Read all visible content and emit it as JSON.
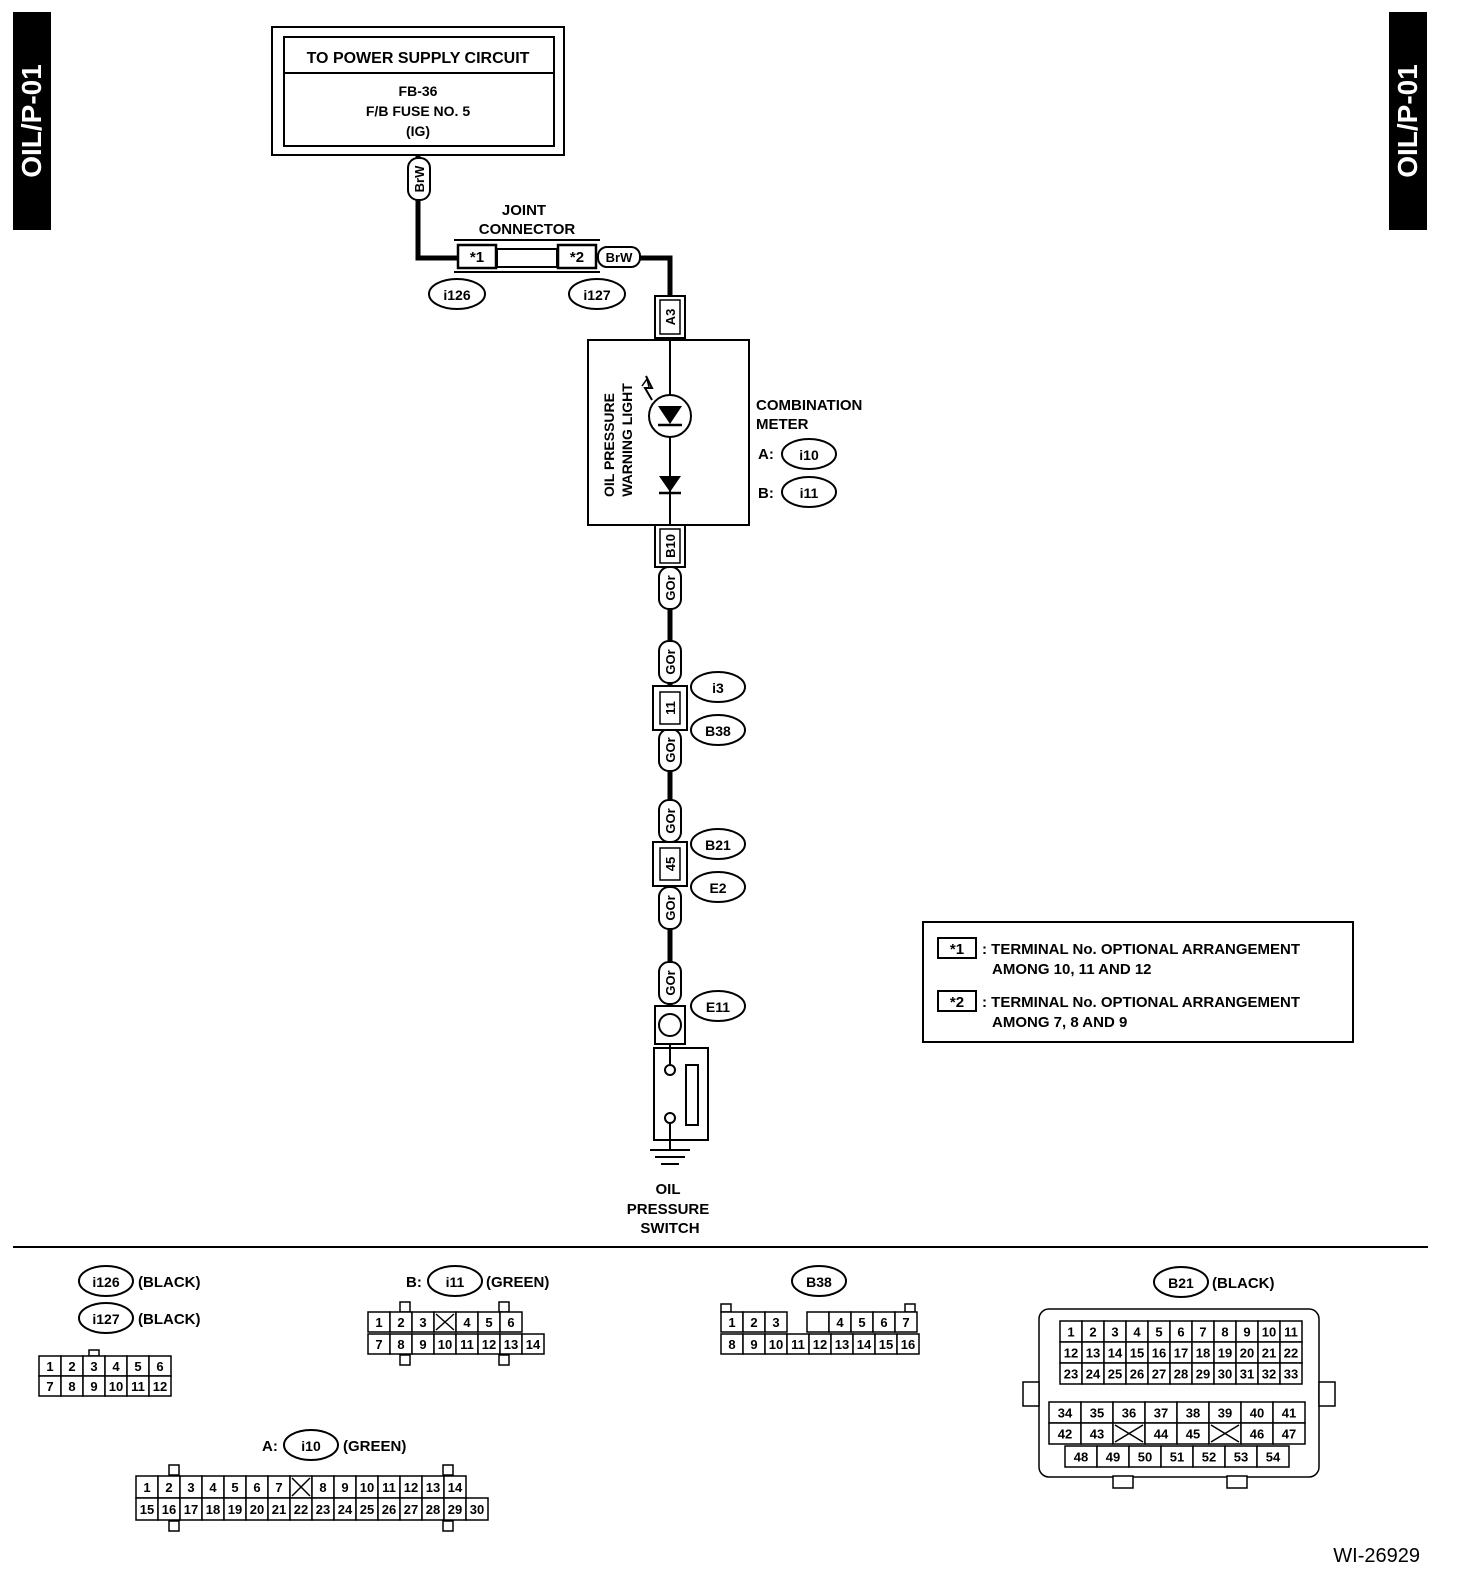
{
  "page_tab": "OIL/P-01",
  "figure_id": "WI-26929",
  "power_supply": {
    "title": "TO POWER SUPPLY CIRCUIT",
    "line1": "FB-36",
    "line2": "F/B FUSE NO. 5",
    "line3": "(IG)"
  },
  "wire_colors": {
    "brw": "BrW",
    "gor": "GOr"
  },
  "joint_connector": {
    "line1": "JOINT",
    "line2": "CONNECTOR",
    "term1": "*1",
    "term2": "*2",
    "conn1": "i126",
    "conn2": "i127"
  },
  "combination_meter": {
    "line1": "COMBINATION",
    "line2": "METER",
    "a_prefix": "A:",
    "a_conn": "i10",
    "b_prefix": "B:",
    "b_conn": "i11",
    "pin_top": "A3",
    "pin_bottom": "B10",
    "lamp_line1": "OIL PRESSURE",
    "lamp_line2": "WARNING LIGHT"
  },
  "connectors_inline": {
    "j1_pin": "11",
    "j1_conn_a": "i3",
    "j1_conn_b": "B38",
    "j2_pin": "45",
    "j2_conn_a": "B21",
    "j2_conn_b": "E2",
    "switch_conn": "E11"
  },
  "oil_switch": {
    "line1": "OIL",
    "line2": "PRESSURE",
    "line3": "SWITCH"
  },
  "notes": [
    {
      "mark": "*1",
      "line1": ": TERMINAL No. OPTIONAL ARRANGEMENT",
      "line2": "AMONG 10, 11 AND 12"
    },
    {
      "mark": "*2",
      "line1": ": TERMINAL No. OPTIONAL ARRANGEMENT",
      "line2": "AMONG 7, 8 AND 9"
    }
  ],
  "connector_views": {
    "i126": {
      "name": "i126",
      "color": "(BLACK)",
      "rows": [
        [
          "1",
          "2",
          "3",
          "4",
          "5",
          "6"
        ],
        [
          "7",
          "8",
          "9",
          "10",
          "11",
          "12"
        ]
      ]
    },
    "i127": {
      "name": "i127",
      "color": "(BLACK)"
    },
    "i11": {
      "prefix": "B:",
      "name": "i11",
      "color": "(GREEN)",
      "rows": [
        [
          "1",
          "2",
          "3",
          "X",
          "4",
          "5",
          "6"
        ],
        [
          "7",
          "8",
          "9",
          "10",
          "11",
          "12",
          "13",
          "14"
        ]
      ]
    },
    "i10": {
      "prefix": "A:",
      "name": "i10",
      "color": "(GREEN)",
      "rows": [
        [
          "1",
          "2",
          "3",
          "4",
          "5",
          "6",
          "7",
          "X",
          "8",
          "9",
          "10",
          "11",
          "12",
          "13",
          "14"
        ],
        [
          "15",
          "16",
          "17",
          "18",
          "19",
          "20",
          "21",
          "22",
          "23",
          "24",
          "25",
          "26",
          "27",
          "28",
          "29",
          "30"
        ]
      ]
    },
    "B38": {
      "name": "B38",
      "color": "",
      "rows": [
        [
          "1",
          "2",
          "3",
          "",
          "4",
          "5",
          "6",
          "7"
        ],
        [
          "8",
          "9",
          "10",
          "11",
          "12",
          "13",
          "14",
          "15",
          "16"
        ]
      ]
    },
    "B21": {
      "name": "B21",
      "color": "(BLACK)",
      "rows": [
        [
          "1",
          "2",
          "3",
          "4",
          "5",
          "6",
          "7",
          "8",
          "9",
          "10",
          "11"
        ],
        [
          "12",
          "13",
          "14",
          "15",
          "16",
          "17",
          "18",
          "19",
          "20",
          "21",
          "22"
        ],
        [
          "23",
          "24",
          "25",
          "26",
          "27",
          "28",
          "29",
          "30",
          "31",
          "32",
          "33"
        ],
        [
          "34",
          "35",
          "36",
          "37",
          "38",
          "39",
          "40",
          "41"
        ],
        [
          "42",
          "43",
          "X",
          "44",
          "45",
          "X",
          "46",
          "47"
        ],
        [
          "48",
          "49",
          "50",
          "51",
          "52",
          "53",
          "54"
        ]
      ]
    }
  }
}
